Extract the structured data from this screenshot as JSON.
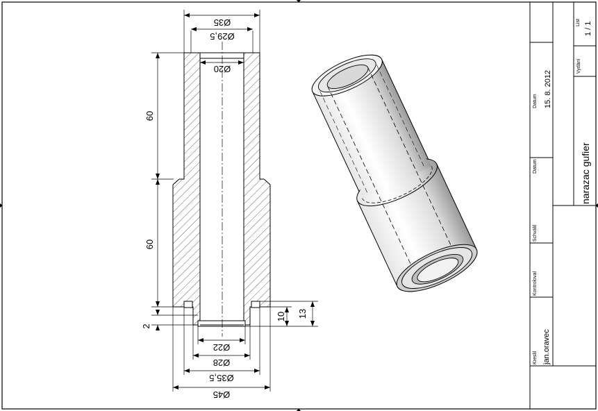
{
  "drawing": {
    "dimensions": {
      "d35_top": "Ø35",
      "d29_5": "Ø29,5",
      "d20": "Ø20",
      "len_upper": "60",
      "len_lower": "60",
      "d22": "Ø22",
      "d28": "Ø28",
      "d35_5": "Ø35,5",
      "d45": "Ø45",
      "h2": "2",
      "h10": "10",
      "h13": "13"
    }
  },
  "title_block": {
    "drawn_label": "Kreslil",
    "drawn_value": "jan.oravec",
    "checked_label": "Kontroloval",
    "approved_label": "Schválil",
    "date_label": "Datum",
    "date_label_2": "Datum",
    "date_value": "15. 8. 2012",
    "part_name": "narazac gufier",
    "issue_label": "Vydání",
    "sheet_label": "List",
    "sheet_value": "1 / 1"
  }
}
